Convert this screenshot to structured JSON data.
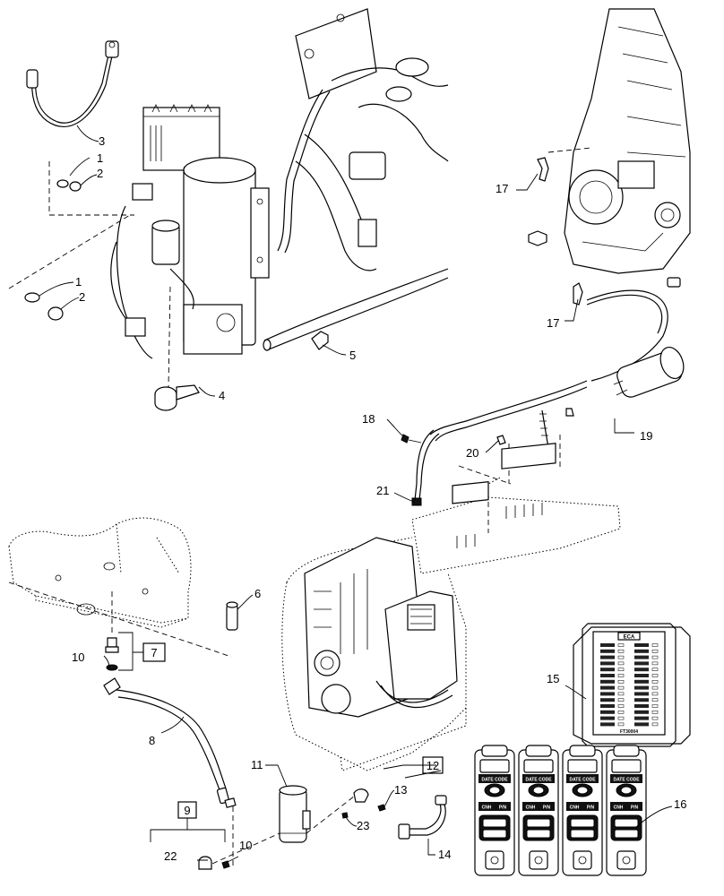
{
  "callouts": {
    "c1a": "1",
    "c2a": "2",
    "c3": "3",
    "c1b": "1",
    "c2b": "2",
    "c4": "4",
    "c5": "5",
    "c6": "6",
    "c7": "7",
    "c8": "8",
    "c9": "9",
    "c10a": "10",
    "c10b": "10",
    "c11": "11",
    "c12": "12",
    "c13": "13",
    "c14": "14",
    "c15": "15",
    "c16": "16",
    "c17a": "17",
    "c17b": "17",
    "c18": "18",
    "c19": "19",
    "c20": "20",
    "c21": "21",
    "c22": "22",
    "c23": "23"
  },
  "fuse_box": {
    "title": "ECA",
    "footer": "FT30004"
  },
  "relay_labels": {
    "date_code": "DATE CODE",
    "cnh": "CNH",
    "pn": "P/N"
  }
}
